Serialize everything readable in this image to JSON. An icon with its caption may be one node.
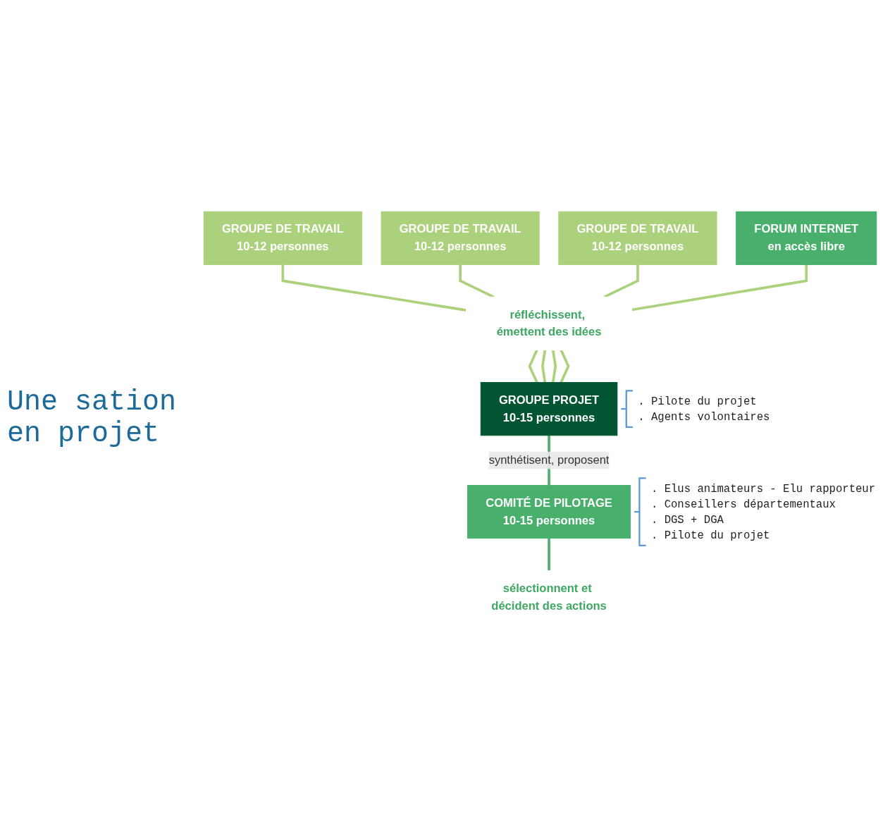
{
  "diagram": {
    "nodes": [
      {
        "text": [
          "GROUPE DE TRAVAIL",
          "10-12 personnes"
        ]
      },
      {
        "text": [
          "GROUPE DE TRAVAIL",
          "10-12 personnes"
        ]
      },
      {
        "text": [
          "GROUPE DE TRAVAIL",
          "10-12 personnes"
        ]
      },
      {
        "text": [
          "FORUM INTERNET",
          "en accès libre"
        ]
      },
      {
        "text": [
          "réfléchissent, émettent des idées"
        ]
      },
      {
        "text": [
          "GROUPE PROJET",
          "10-15 personnes"
        ],
        "beside": [
          ". Pilote du projet",
          ". Agents volontaires"
        ]
      },
      {
        "text": [
          "COMITÉ DE PILOTAGE",
          "10-15 personnes"
        ],
        "beside": [
          ". Elus animateurs - Elu rapporteur",
          ". Conseillers départementaux",
          ". DGS + DGA",
          ". Pilote du projet"
        ]
      },
      {
        "text": [
          "sélectionnent et décident des actions"
        ]
      }
    ],
    "edges": [
      {
        "from": 0,
        "to": 4,
        "arrow": "none"
      },
      {
        "from": 1,
        "to": 4,
        "arrow": "none"
      },
      {
        "from": 2,
        "to": 4,
        "arrow": "none"
      },
      {
        "from": 3,
        "to": 4,
        "arrow": "none"
      },
      {
        "from": 4,
        "to": 5,
        "arrow": "none"
      },
      {
        "from": 4,
        "to": 5,
        "arrow": "none"
      },
      {
        "from": 4,
        "to": 5,
        "arrow": "none"
      },
      {
        "from": 4,
        "to": 5,
        "arrow": "none"
      },
      {
        "from": 5,
        "to": 6,
        "arrow": "none",
        "label": "synthétisent, proposent",
        "color": "#4caf6e"
      },
      {
        "from": 6,
        "to": 7,
        "arrow": "none",
        "color": "#4caf6e"
      }
    ],
    "labels": [
      "Une sation en projet"
    ]
  }
}
